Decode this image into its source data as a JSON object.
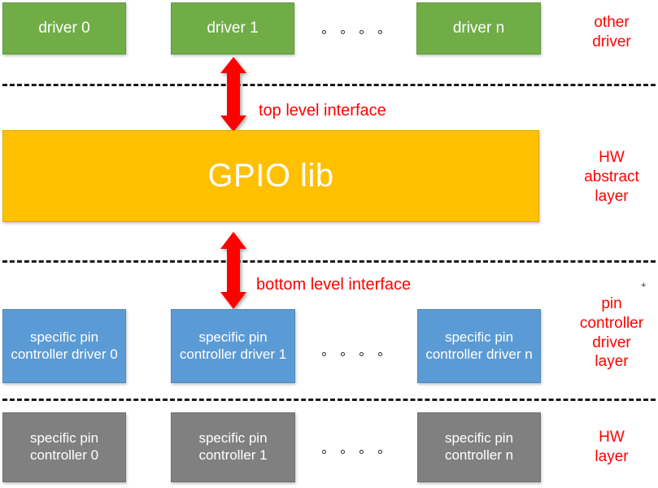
{
  "diagram": {
    "title": "GPIO software stack layering diagram",
    "colors": {
      "driver_box": "#70AD47",
      "gpio_lib_box": "#FFC000",
      "pin_controller_driver_box": "#5B9BD5",
      "pin_controller_box": "#808080",
      "annotation_text": "#FF0000",
      "separator": "#1a1a1a",
      "box_text": "#FFFFFF"
    },
    "rows": {
      "drivers": {
        "boxes": [
          {
            "label": "driver 0"
          },
          {
            "label": "driver 1"
          },
          {
            "label": "driver n"
          }
        ],
        "side_label": "other\ndriver"
      },
      "gpio_lib": {
        "box": {
          "label": "GPIO lib"
        },
        "side_label": "HW\nabstract\nlayer"
      },
      "pin_controller_drivers": {
        "boxes": [
          {
            "label": "specific pin\ncontroller\ndriver 0"
          },
          {
            "label": "specific pin\ncontroller\ndriver 1"
          },
          {
            "label": "specific pin\ncontroller\ndriver n"
          }
        ],
        "side_label": "pin\ncontroller\ndriver\nlayer"
      },
      "pin_controllers": {
        "boxes": [
          {
            "label": "specific pin\ncontroller  0"
          },
          {
            "label": "specific pin\ncontroller  1"
          },
          {
            "label": "specific pin\ncontroller  n"
          }
        ],
        "side_label": "HW\nlayer"
      }
    },
    "interfaces": [
      {
        "label": "top level interface"
      },
      {
        "label": "bottom level interface"
      }
    ],
    "ellipsis_dot_count": 4,
    "stray_mark": "+"
  }
}
